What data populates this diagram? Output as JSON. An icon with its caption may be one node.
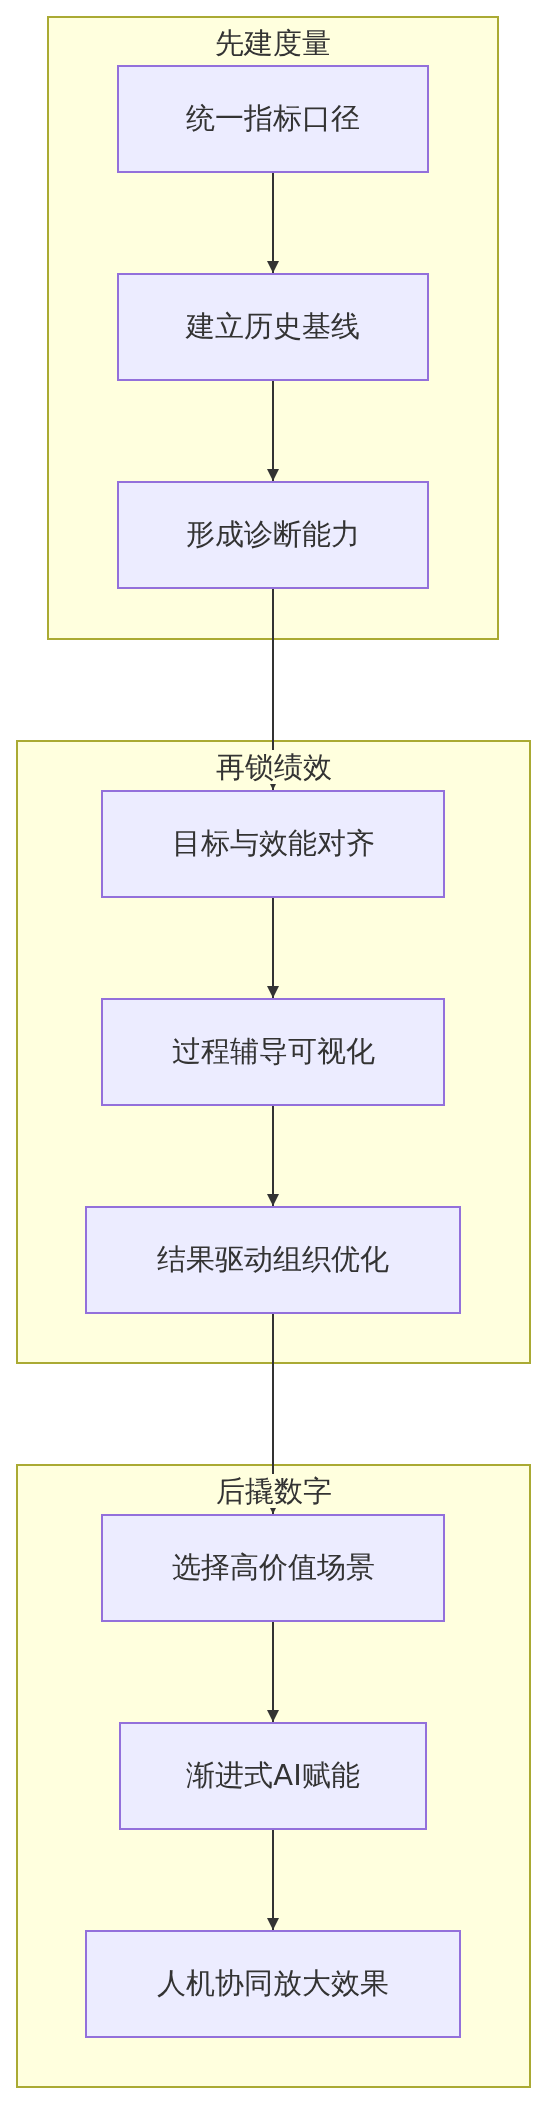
{
  "diagram": {
    "nodes": [
      {
        "text": [
          "先建度量"
        ]
      },
      {
        "text": [
          "统一指标口径"
        ],
        "in": 0
      },
      {
        "text": [
          "建立历史基线"
        ],
        "in": 0
      },
      {
        "text": [
          "形成诊断能力"
        ],
        "in": 0
      },
      {
        "text": [
          "再锁绩效"
        ]
      },
      {
        "text": [
          "目标与效能对齐"
        ],
        "in": 4
      },
      {
        "text": [
          "过程辅导可视化"
        ],
        "in": 4
      },
      {
        "text": [
          "结果驱动组织优化"
        ],
        "in": 4
      },
      {
        "text": [
          "后撬数字"
        ]
      },
      {
        "text": [
          "选择高价值场景"
        ],
        "in": 8
      },
      {
        "text": [
          "渐进式AI赋能"
        ],
        "in": 8
      },
      {
        "text": [
          "人机协同放大效果"
        ],
        "in": 8
      }
    ],
    "edges": [
      {
        "from": 1,
        "to": 2,
        "arrow": "to"
      },
      {
        "from": 2,
        "to": 3,
        "arrow": "to"
      },
      {
        "from": 3,
        "to": 5,
        "arrow": "to"
      },
      {
        "from": 5,
        "to": 6,
        "arrow": "to"
      },
      {
        "from": 6,
        "to": 7,
        "arrow": "to"
      },
      {
        "from": 7,
        "to": 9,
        "arrow": "to"
      },
      {
        "from": 9,
        "to": 10,
        "arrow": "to"
      },
      {
        "from": 10,
        "to": 11,
        "arrow": "to"
      }
    ]
  }
}
